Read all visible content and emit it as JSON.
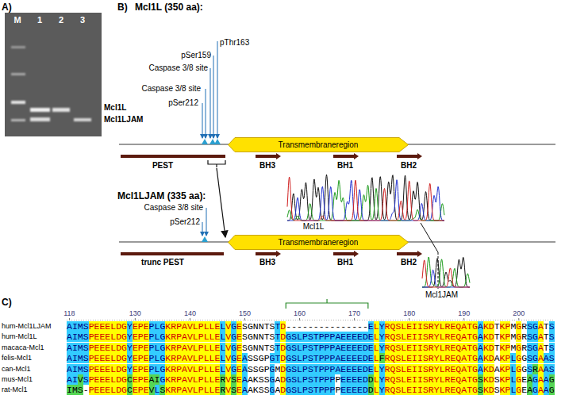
{
  "diagram": {
    "nodes": [
      {
        "text": [
          "Transmembraneregion"
        ]
      },
      {
        "text": [
          "Transmembraneregion"
        ]
      }
    ],
    "labels": [
      "A)",
      "M",
      "1",
      "2",
      "3",
      "Mcl1L",
      "Mcl1LJAM",
      "B)",
      "Mcl1L (350 aa):",
      "pThr163",
      "pSer159",
      "Caspase 3/8 site",
      "Caspase 3/8 site",
      "pSer212",
      "PEST",
      "BH3",
      "BH1",
      "BH2",
      "Mcl1L",
      "Mcl1LJAM (335 aa):",
      "Caspase 3/8 site",
      "pSer212",
      "trunc PEST",
      "BH3",
      "BH1",
      "BH2",
      "Mcl1JAM",
      "C)",
      "118",
      "130",
      "140",
      "150",
      "160",
      "170",
      "180",
      "190",
      "200",
      "hum-Mcl1LJAM",
      "hum-Mcl1L",
      "macaca-Mcl1",
      "felis-Mcl1",
      "can-Mcl1",
      "mus-Mcl1",
      "rat-Mcl1",
      "AIMSPEEELDGYEPEPLGKRPAVLPLLELVGESGNNTSTD---------------ELYRQSLEIISRYLREQATGAKDTKPMGRSGATS",
      "AIMSPEEELDGYEPEPLGKRPAVLPLLELVGESGNNTSTDGSLPSTPPPAEEEEDELYRQSLEIISRYLREQATGAKDTKPMGRSGATS",
      "AIMSPEEELDGYEPEPLGKRPAVLPLLELVGESGNNTSTDGSLPSTPPPAEEEEDELYRQSLEIISRYLREQATGAKDTKPMGRSGATS",
      "AIMSPEEELDGYEPEPLGKRPAVLPLLELVGEASSGPGTDGSLPSTPPPAEEEEDELFRQSLEIISRYLREQATGAKDAKPLGGSGAAS",
      "AIMSPEEELDGYEPEPLGKRPAVLPLLELVGEASSGPGMDGSLPSTPPPAEEEEDELYRQSLEIISRYLREQATGAKDAKPLGGSRAAS",
      "AIVSPEEELDGCEPEAIGKRPAVLPLLERVSEAAKSSGADGSLPSTPPPPEEEEDDLYRQSLEIISRYLREQATGSKDSKPLGEAGAAG",
      "IMS-PEEELDGCEPEVLSKRPAVLPLLERVSEAAKSSGADGSLPSTPPPPEEEEDDLYRQSLEIISRYLREQATGSKDSKPLGEAGAAG"
    ]
  }
}
